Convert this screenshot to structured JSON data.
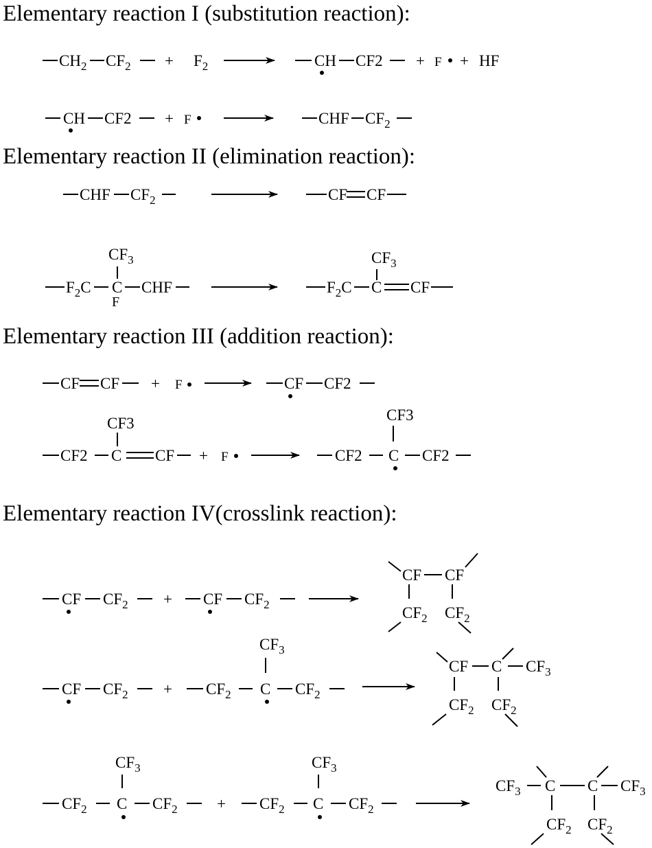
{
  "sections": [
    {
      "header": "Elementary reaction I (substitution reaction):"
    },
    {
      "header": "Elementary reaction II (elimination reaction):"
    },
    {
      "header": "Elementary reaction III (addition reaction):"
    },
    {
      "header": "Elementary reaction IV(crosslink reaction):"
    }
  ],
  "plus": "+",
  "radical_f": "F",
  "s1": {
    "r1": {
      "ch": "CH",
      "cf": "CF",
      "f": "F",
      "prod_ch": "CH",
      "prod_cf": "CF2",
      "hf": "HF"
    },
    "r2": {
      "ch": "CH",
      "cf": "CF2",
      "chf": "CHF",
      "cf_p": "CF"
    }
  },
  "s2": {
    "r1": {
      "chf": "CHF",
      "cf": "CF",
      "prod": "CF═CF"
    },
    "r2": {
      "cf": "CF",
      "c": "C",
      "f": "F",
      "chf": "CHF",
      "f2c": "F",
      "c_label": "C",
      "p_cf": "CF",
      "p_c": "C",
      "p_tail": "CF"
    }
  },
  "s3": {
    "r1": {
      "left": "CF═CF",
      "prod_cf": "CF",
      "prod_cf2": "CF2"
    },
    "r2": {
      "cf3": "CF3",
      "cf2": "CF2",
      "c": "C",
      "cf": "CF",
      "p_cf3": "CF3",
      "p_cf2a": "CF2",
      "p_c": "C",
      "p_cf2b": "CF2"
    }
  },
  "s4": {
    "r1": {
      "cf": "CF",
      "cf2": "CF",
      "p_cf": "CF",
      "p_cf2": "CF"
    },
    "r2": {
      "cf": "CF",
      "cf2": "CF",
      "cf3": "CF",
      "c": "C",
      "p_c": "C"
    },
    "r3": {
      "cf3": "CF",
      "cf2": "CF",
      "c": "C"
    }
  },
  "sub2": "2",
  "sub3": "3",
  "sub_h2": "H",
  "dash": "—"
}
